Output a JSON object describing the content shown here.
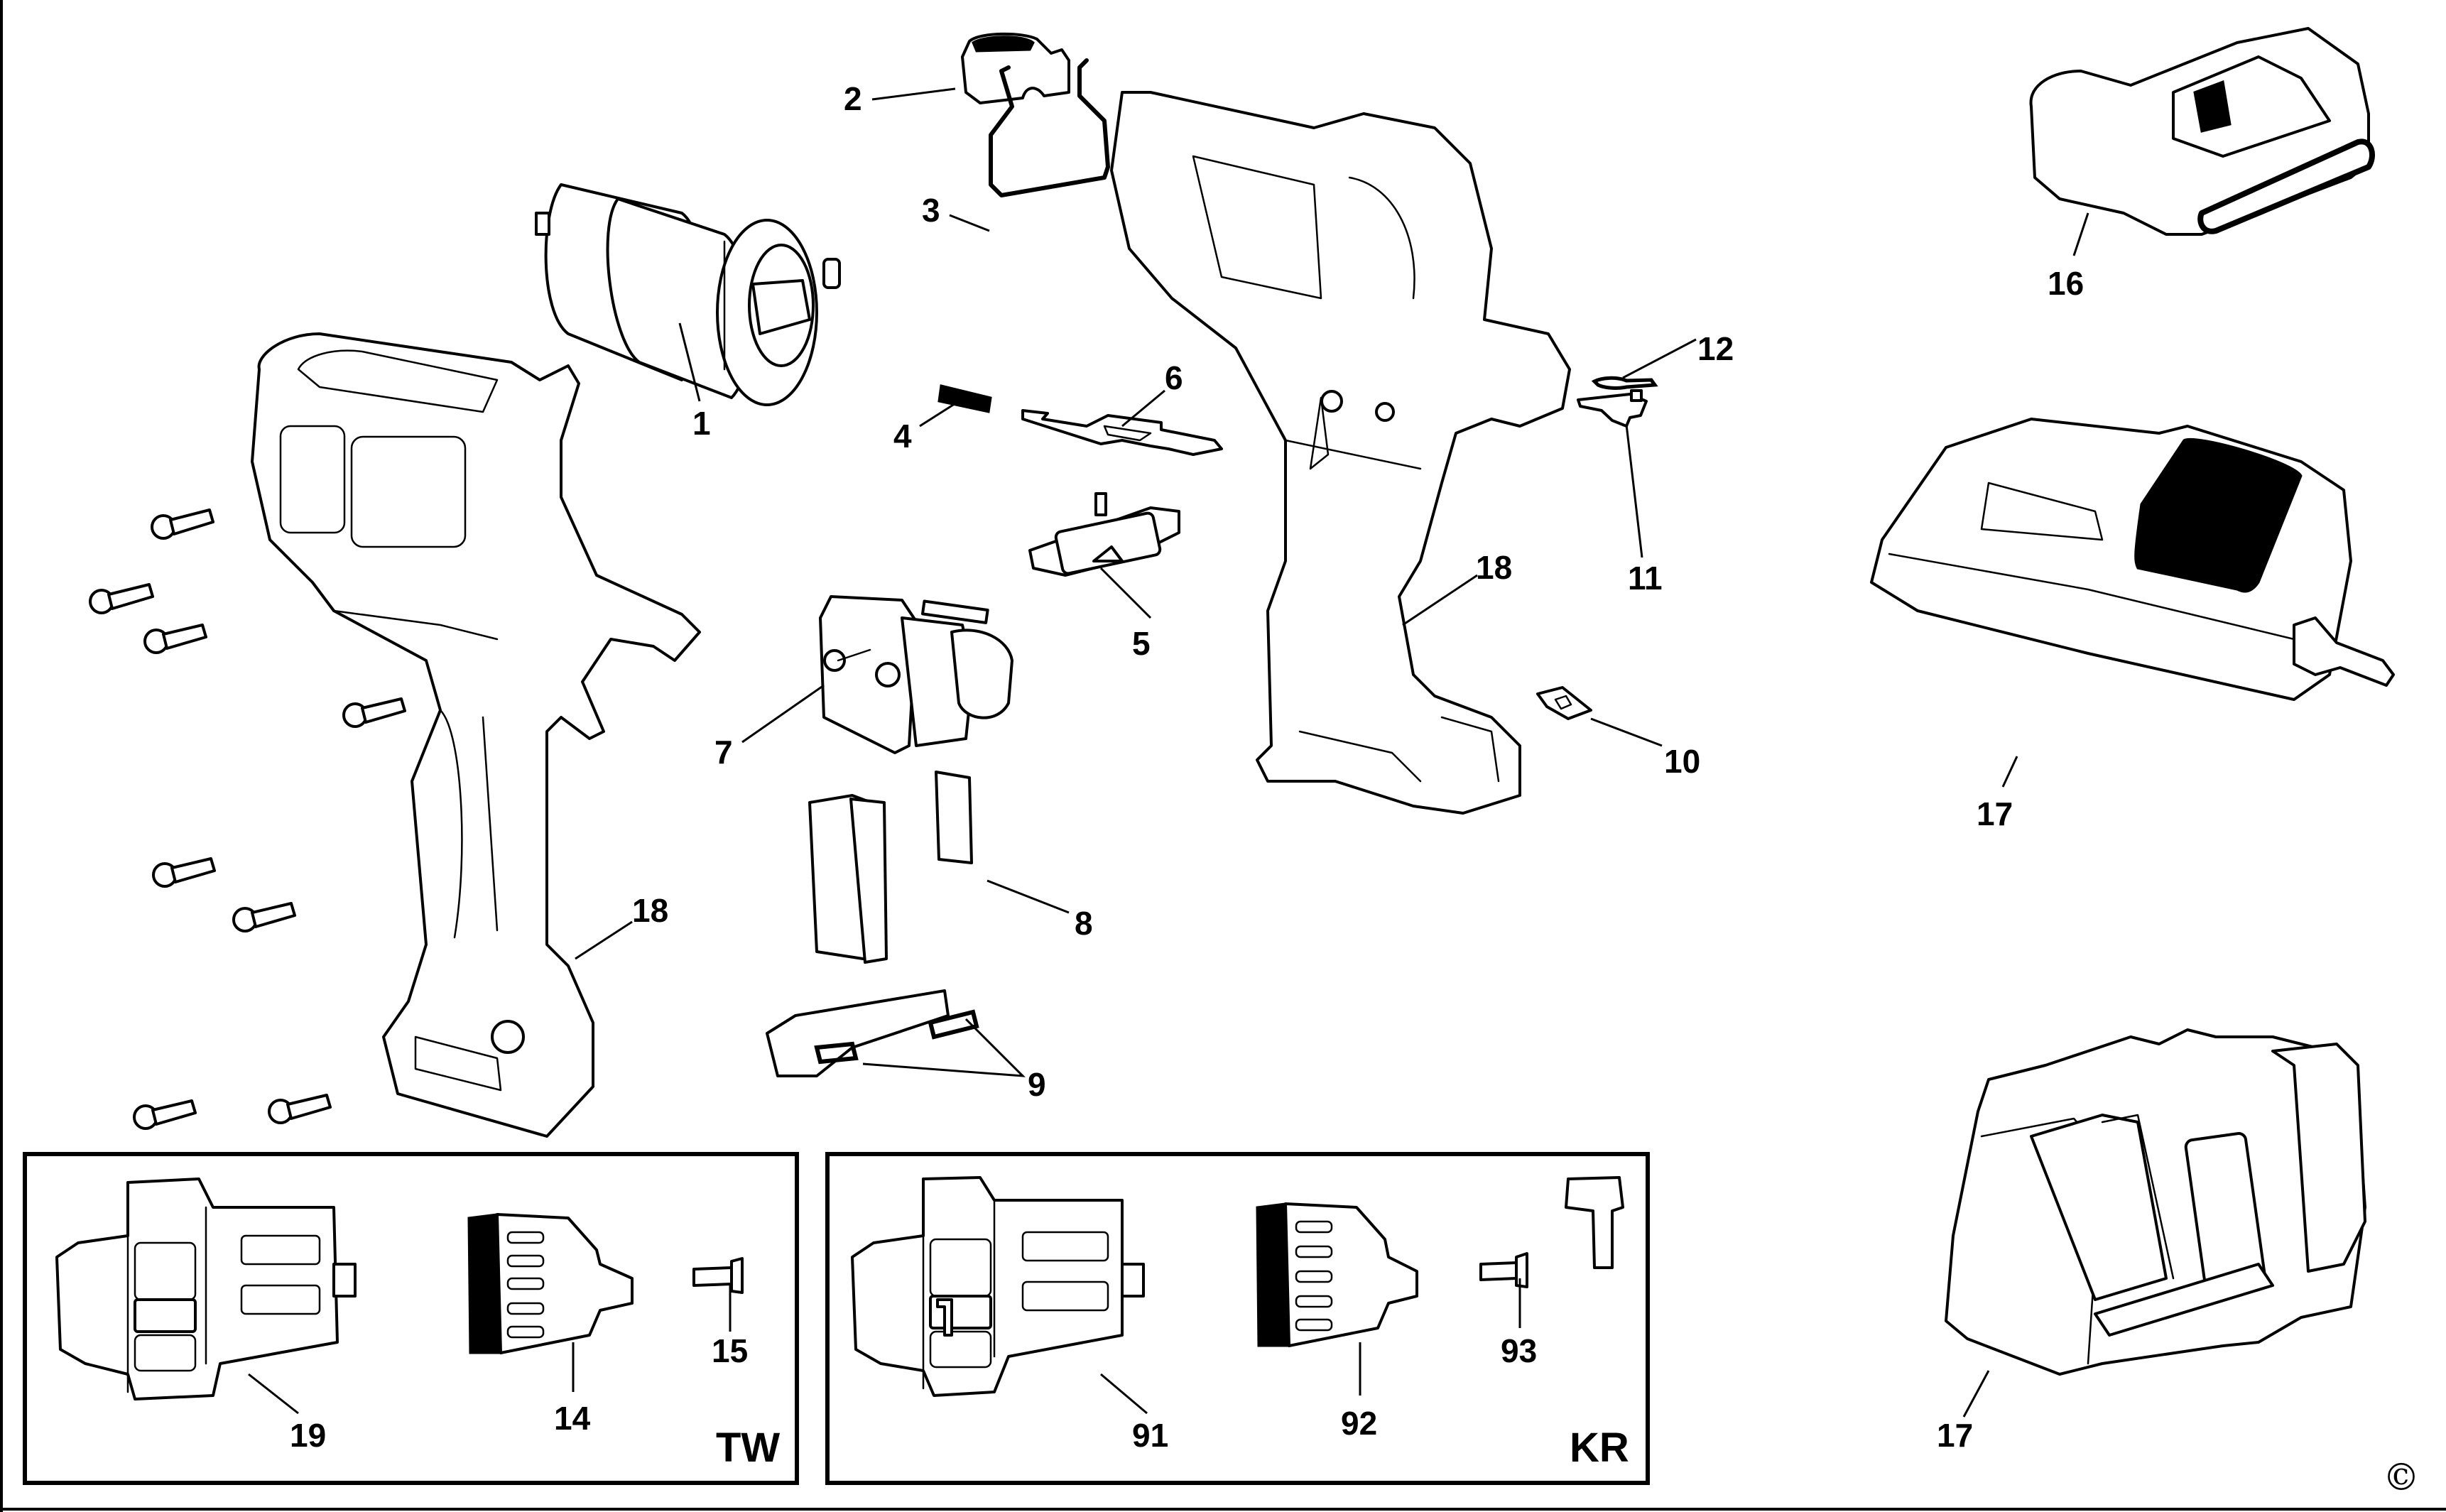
{
  "diagram": {
    "type": "exploded-parts-view",
    "subject": "cordless drill/driver with battery and chargers",
    "copyright_symbol": "©",
    "callouts": [
      {
        "id": "callout-1",
        "label": "1",
        "part": "motor"
      },
      {
        "id": "callout-2",
        "label": "2",
        "part": "forward-reverse-button-cap"
      },
      {
        "id": "callout-3",
        "label": "3",
        "part": "wire-clip"
      },
      {
        "id": "callout-4",
        "label": "4",
        "part": "spring"
      },
      {
        "id": "callout-5",
        "label": "5",
        "part": "forward-reverse-slider"
      },
      {
        "id": "callout-6",
        "label": "6",
        "part": "lock-plate"
      },
      {
        "id": "callout-7",
        "label": "7",
        "part": "switch"
      },
      {
        "id": "callout-8",
        "label": "8",
        "part": "insulation-pad"
      },
      {
        "id": "callout-9",
        "label": "9",
        "part": "terminal-block-springs"
      },
      {
        "id": "callout-10",
        "label": "10",
        "part": "latch"
      },
      {
        "id": "callout-11",
        "label": "11",
        "part": "bit-holder-clip"
      },
      {
        "id": "callout-12",
        "label": "12",
        "part": "torsion-spring"
      },
      {
        "id": "callout-16",
        "label": "16",
        "part": "battery-pack"
      },
      {
        "id": "callout-17a",
        "label": "17",
        "part": "charger-flat"
      },
      {
        "id": "callout-17b",
        "label": "17",
        "part": "charger-stand"
      },
      {
        "id": "callout-18a",
        "label": "18",
        "part": "housing-left-half"
      },
      {
        "id": "callout-18b",
        "label": "18",
        "part": "housing-right-half"
      }
    ],
    "variant_boxes": [
      {
        "id": "variant-tw",
        "region_label": "TW",
        "callouts": [
          {
            "id": "callout-19",
            "label": "19",
            "part": "gearbox"
          },
          {
            "id": "callout-14",
            "label": "14",
            "part": "keyless-chuck"
          },
          {
            "id": "callout-15",
            "label": "15",
            "part": "chuck-screw"
          }
        ]
      },
      {
        "id": "variant-kr",
        "region_label": "KR",
        "callouts": [
          {
            "id": "callout-91",
            "label": "91",
            "part": "gearbox"
          },
          {
            "id": "callout-92",
            "label": "92",
            "part": "keyless-chuck"
          },
          {
            "id": "callout-93",
            "label": "93",
            "part": "chuck-screw"
          }
        ]
      }
    ],
    "colors": {
      "line": "#000000",
      "background": "#ffffff"
    }
  }
}
